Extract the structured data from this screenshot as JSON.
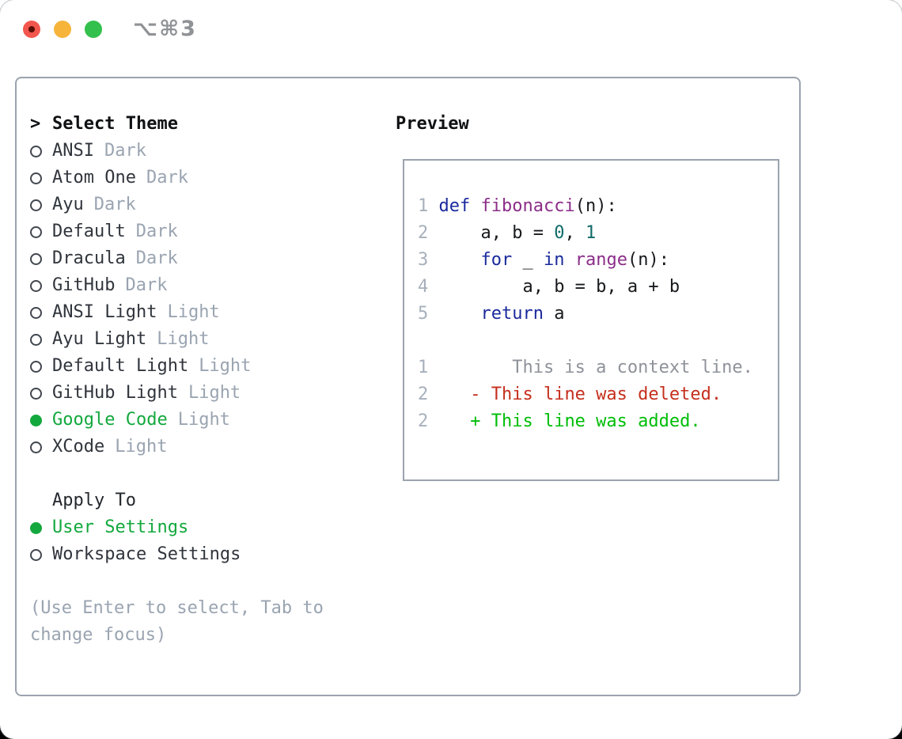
{
  "window": {
    "shortcut_label": "⌥⌘3",
    "traffic_lights": [
      "close",
      "minimize",
      "zoom"
    ]
  },
  "theme_picker": {
    "title_prefix": ">",
    "title": "Select Theme",
    "themes": [
      {
        "name": "ANSI",
        "variant": "Dark",
        "selected": false
      },
      {
        "name": "Atom One",
        "variant": "Dark",
        "selected": false
      },
      {
        "name": "Ayu",
        "variant": "Dark",
        "selected": false
      },
      {
        "name": "Default",
        "variant": "Dark",
        "selected": false
      },
      {
        "name": "Dracula",
        "variant": "Dark",
        "selected": false
      },
      {
        "name": "GitHub",
        "variant": "Dark",
        "selected": false
      },
      {
        "name": "ANSI Light",
        "variant": "Light",
        "selected": false
      },
      {
        "name": "Ayu Light",
        "variant": "Light",
        "selected": false
      },
      {
        "name": "Default Light",
        "variant": "Light",
        "selected": false
      },
      {
        "name": "GitHub Light",
        "variant": "Light",
        "selected": false
      },
      {
        "name": "Google Code",
        "variant": "Light",
        "selected": true
      },
      {
        "name": "XCode",
        "variant": "Light",
        "selected": false
      }
    ],
    "apply_to": {
      "title": "Apply To",
      "options": [
        {
          "label": "User Settings",
          "selected": true
        },
        {
          "label": "Workspace Settings",
          "selected": false
        }
      ]
    },
    "hint_lines": [
      "(Use Enter to select, Tab to",
      "change focus)"
    ]
  },
  "preview": {
    "title": "Preview",
    "lines": [
      {
        "tokens": [
          {
            "t": "1",
            "c": "num"
          },
          {
            "t": " "
          },
          {
            "t": "def",
            "c": "kw"
          },
          {
            "t": " "
          },
          {
            "t": "fibonacci",
            "c": "fn"
          },
          {
            "t": "(n):"
          }
        ]
      },
      {
        "tokens": [
          {
            "t": "2",
            "c": "num"
          },
          {
            "t": "     a, b = "
          },
          {
            "t": "0",
            "c": "lit"
          },
          {
            "t": ", "
          },
          {
            "t": "1",
            "c": "lit"
          }
        ]
      },
      {
        "tokens": [
          {
            "t": "3",
            "c": "num"
          },
          {
            "t": "     "
          },
          {
            "t": "for",
            "c": "kw"
          },
          {
            "t": " _ "
          },
          {
            "t": "in",
            "c": "kw"
          },
          {
            "t": " "
          },
          {
            "t": "range",
            "c": "fn"
          },
          {
            "t": "(n):"
          }
        ]
      },
      {
        "tokens": [
          {
            "t": "4",
            "c": "num"
          },
          {
            "t": "         a, b = b, a + b"
          }
        ]
      },
      {
        "tokens": [
          {
            "t": "5",
            "c": "num"
          },
          {
            "t": "     "
          },
          {
            "t": "return",
            "c": "kw"
          },
          {
            "t": " a"
          }
        ]
      },
      {
        "tokens": []
      },
      {
        "tokens": [
          {
            "t": "1",
            "c": "num"
          },
          {
            "t": "        This is a context line.",
            "c": "ctx"
          }
        ]
      },
      {
        "tokens": [
          {
            "t": "2",
            "c": "num"
          },
          {
            "t": "    "
          },
          {
            "t": "- This line was deleted.",
            "c": "del"
          }
        ]
      },
      {
        "tokens": [
          {
            "t": "2",
            "c": "num"
          },
          {
            "t": "    "
          },
          {
            "t": "+ This line was added.",
            "c": "add"
          }
        ]
      }
    ]
  },
  "colors": {
    "accent_green": "#13A83D",
    "panel_border": "#9BA3AE",
    "label_text": "#30353C",
    "muted_text": "#9AA4B1",
    "line_number": "#A7B0BB",
    "syntax_keyword": "#1A2A9C",
    "syntax_function": "#8B2D88",
    "syntax_literal": "#0E6B68",
    "diff_context": "#8E9299",
    "diff_deleted": "#C52F1D",
    "diff_added": "#00BD07",
    "traffic_red": "#F2564D",
    "traffic_yellow": "#F6B43B",
    "traffic_green": "#33C04C"
  }
}
